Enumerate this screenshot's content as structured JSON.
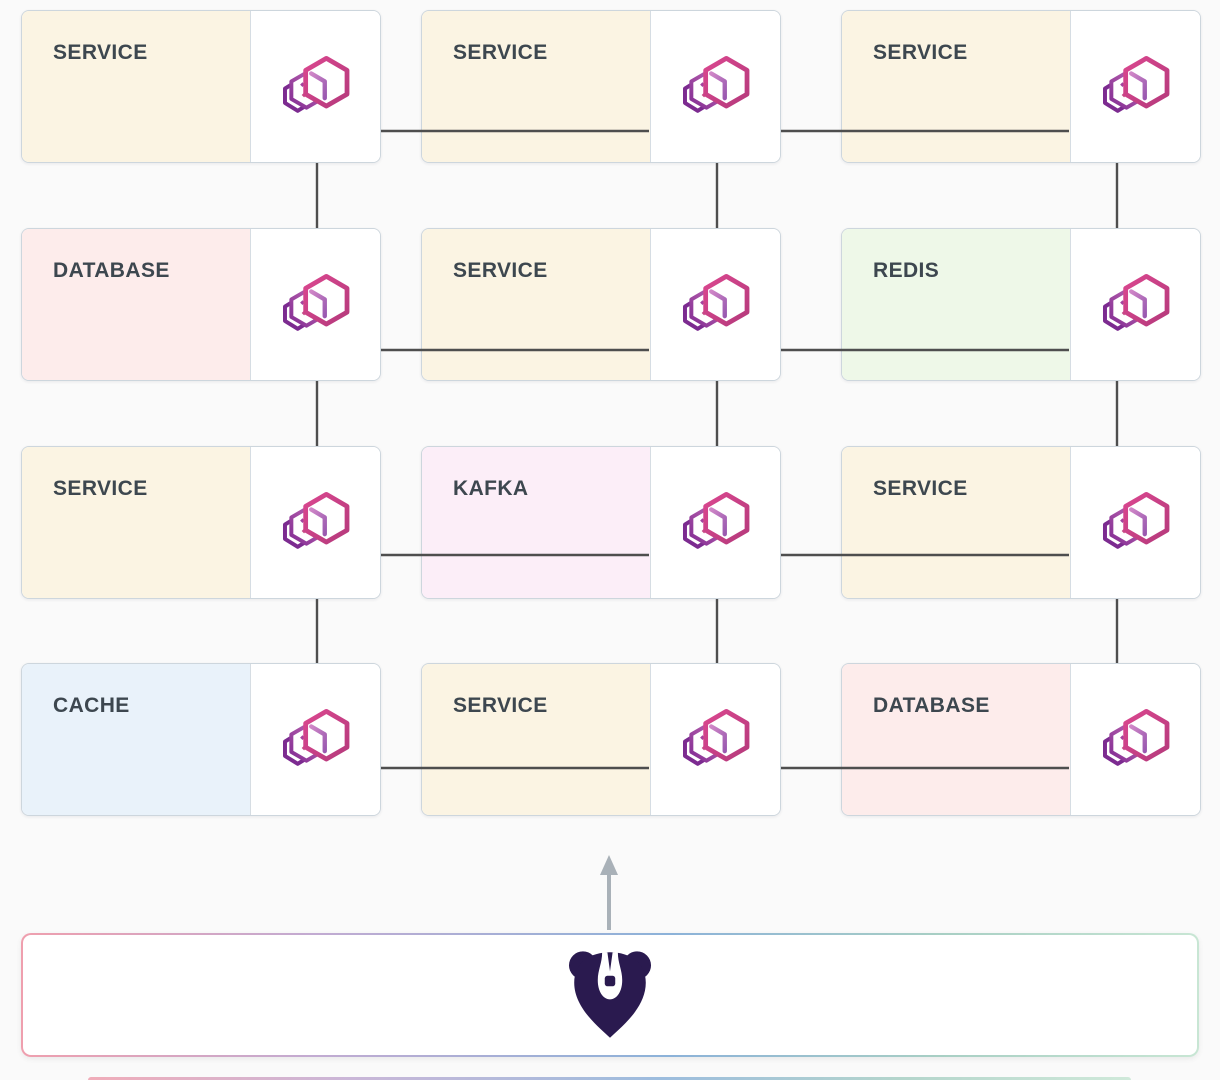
{
  "diagram": {
    "nodes": [
      {
        "id": "r1c1",
        "label": "SERVICE",
        "bg": "#fbf4e3"
      },
      {
        "id": "r1c2",
        "label": "SERVICE",
        "bg": "#fbf4e3"
      },
      {
        "id": "r1c3",
        "label": "SERVICE",
        "bg": "#fbf4e3"
      },
      {
        "id": "r2c1",
        "label": "DATABASE",
        "bg": "#fdeceb"
      },
      {
        "id": "r2c2",
        "label": "SERVICE",
        "bg": "#fbf4e3"
      },
      {
        "id": "r2c3",
        "label": "REDIS",
        "bg": "#eef8e8"
      },
      {
        "id": "r3c1",
        "label": "SERVICE",
        "bg": "#fbf4e3"
      },
      {
        "id": "r3c2",
        "label": "KAFKA",
        "bg": "#fceef8"
      },
      {
        "id": "r3c3",
        "label": "SERVICE",
        "bg": "#fbf4e3"
      },
      {
        "id": "r4c1",
        "label": "CACHE",
        "bg": "#e9f2fa"
      },
      {
        "id": "r4c2",
        "label": "SERVICE",
        "bg": "#fbf4e3"
      },
      {
        "id": "r4c3",
        "label": "DATABASE",
        "bg": "#fdeceb"
      }
    ],
    "icons": {
      "node_icon": "container-hexagons-icon",
      "footer_logo": "bear-logo-icon",
      "arrow": "up-arrow-icon"
    },
    "colors": {
      "edge": "#4e4e4e",
      "arrow": "#a9b1b8",
      "card_border": "#cdd6dd",
      "label_text": "#3d474f",
      "icon_pink": "#cb3d84",
      "icon_purple": "#7c2b90",
      "icon_lavender": "#b56cb6",
      "bear": "#2a1a4f",
      "banner_gradient": [
        "#ef9fae",
        "#c2abd2",
        "#8cb2d9",
        "#a8cfc4",
        "#c8e6d4"
      ]
    }
  }
}
